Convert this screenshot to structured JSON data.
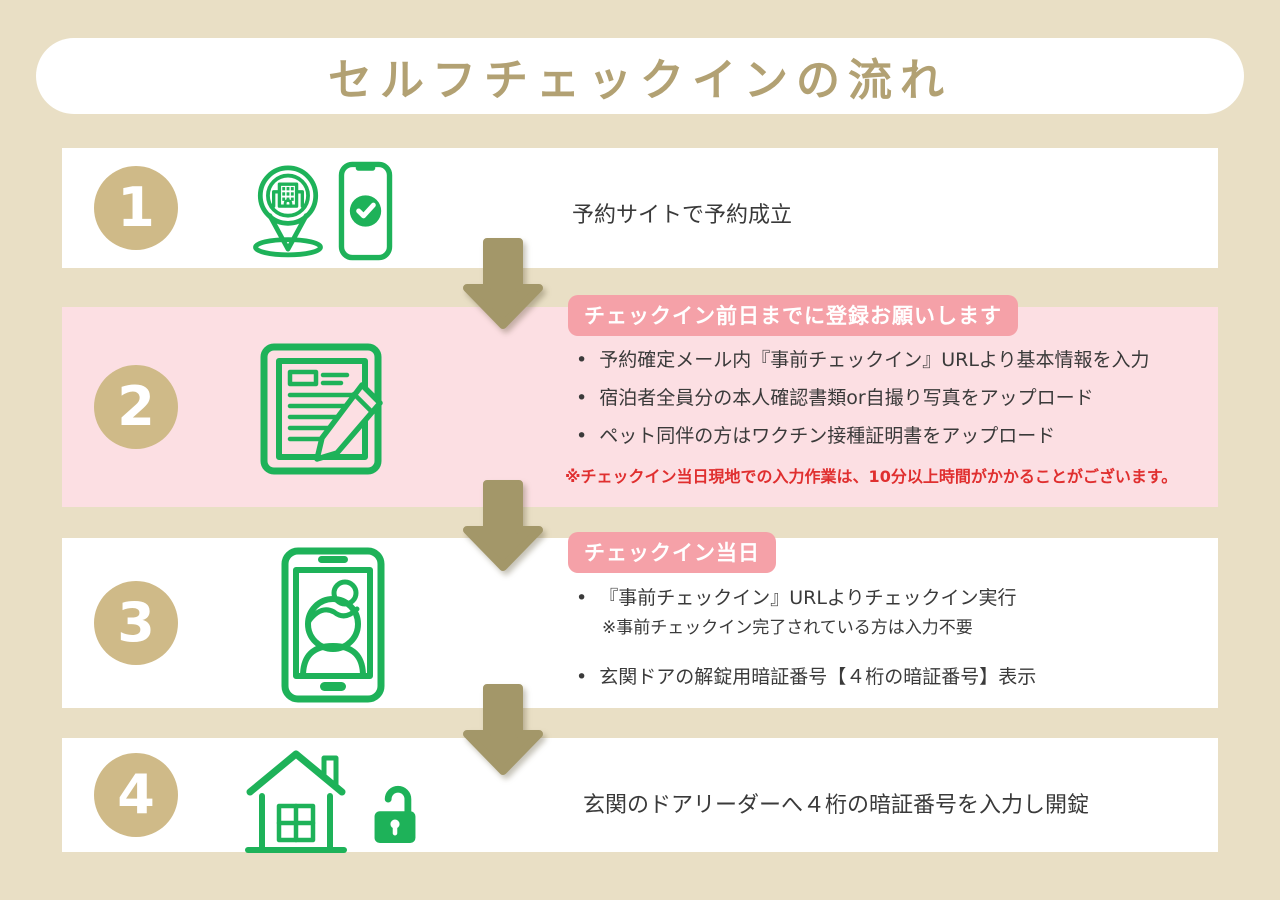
{
  "title": "セルフチェックインの流れ",
  "colors": {
    "background": "#e9dfc5",
    "title_tan": "#b2a173",
    "circle_tan": "#cfba88",
    "arrow_tan": "#a39769",
    "row_pink": "#fcdfe3",
    "badge_pink": "#f5a1a8",
    "icon_green": "#1eb259",
    "note_red": "#e02f2f",
    "text_dark": "#3a3a3a"
  },
  "steps": [
    {
      "number": "1",
      "icons": [
        "map-pin-building-icon",
        "phone-check-icon"
      ],
      "text": "予約サイトで予約成立"
    },
    {
      "number": "2",
      "icons": [
        "form-pencil-icon"
      ],
      "badge": "チェックイン前日までに登録お願いします",
      "bullets": [
        "予約確定メール内『事前チェックイン』URLより基本情報を入力",
        "宿泊者全員分の本人確認書類or自撮り写真をアップロード",
        "ペット同伴の方はワクチン接種証明書をアップロード"
      ],
      "note": "※チェックイン当日現地での入力作業は、10分以上時間がかかることがございます。"
    },
    {
      "number": "3",
      "icons": [
        "phone-person-icon"
      ],
      "badge": "チェックイン当日",
      "bullets": [
        "『事前チェックイン』URLよりチェックイン実行",
        "玄関ドアの解錠用暗証番号【４桁の暗証番号】表示"
      ],
      "subnote": "※事前チェックイン完了されている方は入力不要"
    },
    {
      "number": "4",
      "icons": [
        "house-icon",
        "open-padlock-icon"
      ],
      "text": "玄関のドアリーダーへ４桁の暗証番号を入力し開錠"
    }
  ]
}
